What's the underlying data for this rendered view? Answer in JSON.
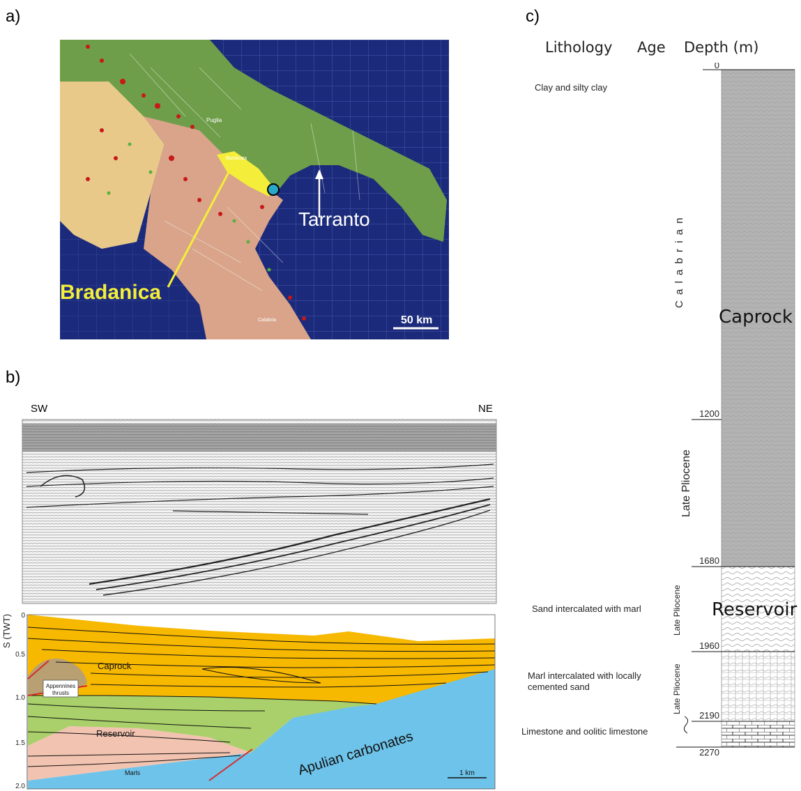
{
  "panels": {
    "a": "a)",
    "b": "b)",
    "c": "c)"
  },
  "map": {
    "region_labels": [
      "Puglia",
      "Basilicata",
      "Calabria"
    ],
    "label_bradanica": "Bradanica",
    "label_tarranto": "Tarranto",
    "scale_bar": "50 km",
    "colors": {
      "sea": "#1b2a7a",
      "puglia": "#6e9e4a",
      "basilicata": "#d9a48a",
      "campania": "#e8c98a",
      "bradanica": "#f4ee3a",
      "site_marker": "#2aa6c8"
    }
  },
  "seismic": {
    "left_label": "SW",
    "right_label": "NE"
  },
  "section": {
    "y_axis_label": "S (TWT)",
    "y_ticks": [
      "0",
      "0.5",
      "1.0",
      "1.5",
      "2.0"
    ],
    "labels": {
      "caprock": "Caprock",
      "appennines": "Appennines",
      "thrusts": "thrusts",
      "reservoir": "Reservoir",
      "marls": "Marls",
      "apulian": "Apulian carbonates"
    },
    "scale_bar": "1 km",
    "colors": {
      "caprock": "#f7b800",
      "reservoir": "#a9d06a",
      "marls": "#f2c3b0",
      "apulian": "#6ec3ea",
      "thrust": "#d62a2a",
      "appennines": "#b8a072"
    }
  },
  "column": {
    "headers": {
      "lithology": "Lithology",
      "age": "Age",
      "depth": "Depth (m)"
    },
    "depth_ticks": [
      "0",
      "1200",
      "1680",
      "1960",
      "2190",
      "2270"
    ],
    "lithologies": [
      "Clay and silty clay",
      "Sand intercalated with marl",
      "Marl intercalated with locally",
      "cemented sand",
      "Limestone and oolitic limestone"
    ],
    "ages": [
      "C a l a b r i a n",
      "Late Pliocene",
      "Late Pliocene",
      "Late Pliocene"
    ],
    "units": {
      "caprock": "Caprock",
      "reservoir": "Reservoir"
    }
  }
}
